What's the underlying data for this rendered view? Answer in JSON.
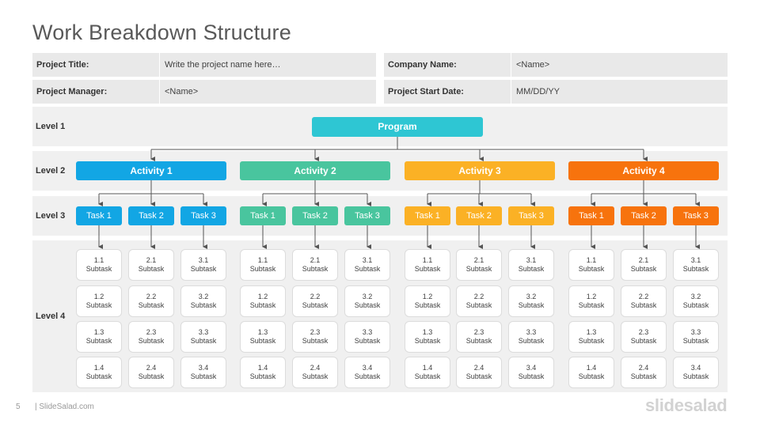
{
  "title": "Work Breakdown Structure",
  "info": {
    "project_title_label": "Project Title:",
    "project_title_value": "Write the project name here…",
    "company_name_label": "Company Name:",
    "company_name_value": "<Name>",
    "project_manager_label": "Project Manager:",
    "project_manager_value": "<Name>",
    "start_date_label": "Project Start Date:",
    "start_date_value": "MM/DD/YY"
  },
  "levels": [
    "Level 1",
    "Level 2",
    "Level 3",
    "Level 4"
  ],
  "program": "Program",
  "activities": [
    {
      "label": "Activity 1",
      "color": "#12a6e4",
      "tasks": [
        "Task 1",
        "Task 2",
        "Task 3"
      ]
    },
    {
      "label": "Activity 2",
      "color": "#49c59e",
      "tasks": [
        "Task 1",
        "Task 2",
        "Task 3"
      ]
    },
    {
      "label": "Activity 3",
      "color": "#fbb125",
      "tasks": [
        "Task 1",
        "Task 2",
        "Task 3"
      ]
    },
    {
      "label": "Activity 4",
      "color": "#f7730d",
      "tasks": [
        "Task 1",
        "Task 2",
        "Task 3"
      ]
    }
  ],
  "subtask_word": "Subtask",
  "subtask_numbers": [
    [
      "1.1",
      "1.2",
      "1.3",
      "1.4"
    ],
    [
      "2.1",
      "2.2",
      "2.3",
      "2.4"
    ],
    [
      "3.1",
      "3.2",
      "3.3",
      "3.4"
    ]
  ],
  "footer": {
    "page": "5",
    "site": "| SlideSalad.com",
    "logo": "slidesalad"
  }
}
